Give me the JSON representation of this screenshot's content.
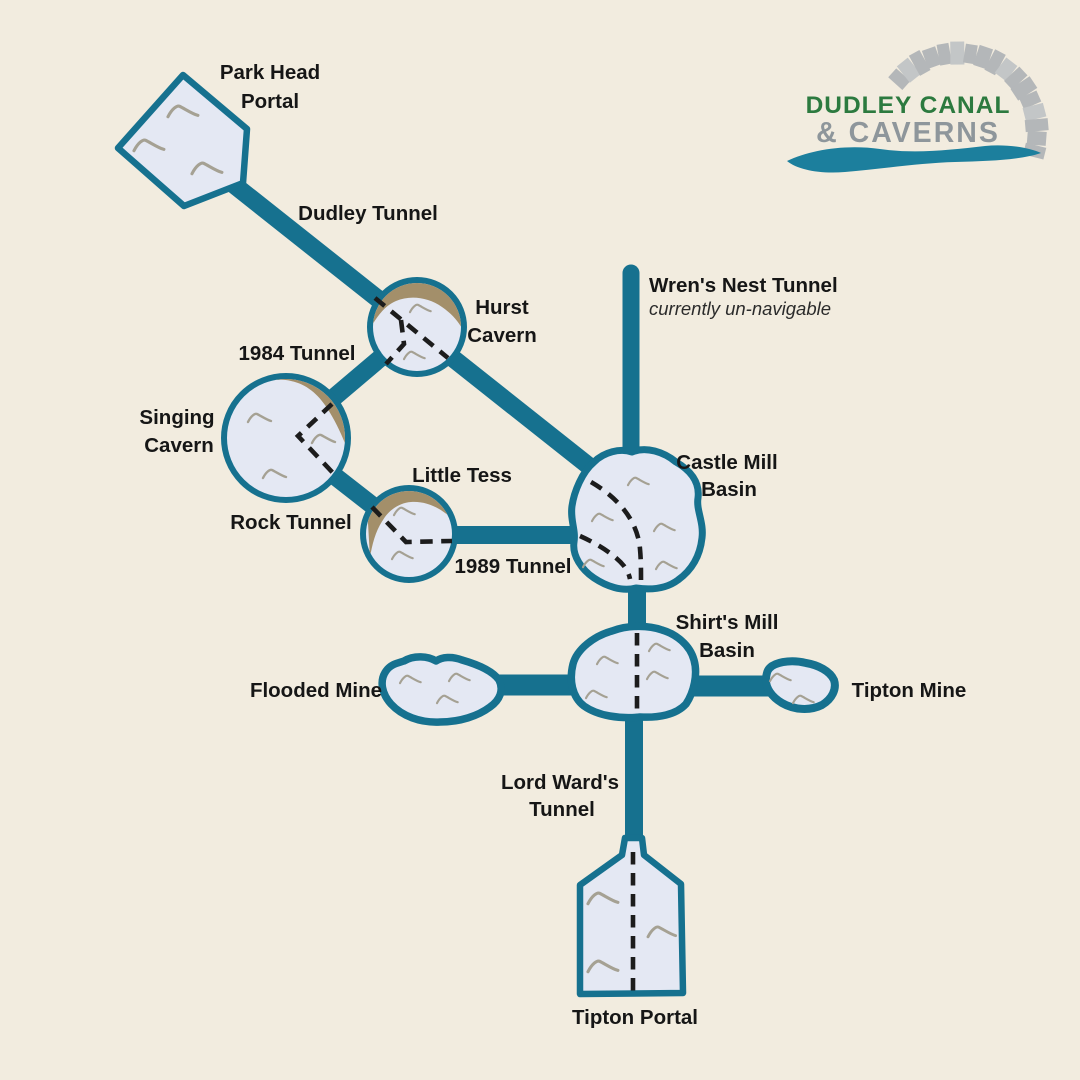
{
  "logo": {
    "brand_line1": "DUDLEY CANAL",
    "brand_line2": "& CAVERNS"
  },
  "map": {
    "portals": {
      "park_head": {
        "line1": "Park Head",
        "line2": "Portal"
      },
      "tipton": {
        "label": "Tipton Portal"
      }
    },
    "tunnels": {
      "dudley": "Dudley Tunnel",
      "t1984": "1984 Tunnel",
      "rock": "Rock Tunnel",
      "t1989": "1989 Tunnel",
      "wrens_nest": {
        "name": "Wren's Nest Tunnel",
        "status": "currently un-navigable"
      },
      "lord_wards": {
        "line1": "Lord Ward's",
        "line2": "Tunnel"
      }
    },
    "caverns": {
      "hurst": {
        "line1": "Hurst",
        "line2": "Cavern"
      },
      "singing": {
        "line1": "Singing",
        "line2": "Cavern"
      },
      "little_tess": "Little Tess"
    },
    "basins": {
      "castle_mill": {
        "line1": "Castle Mill",
        "line2": "Basin"
      },
      "shirts_mill": {
        "line1": "Shirt's Mill",
        "line2": "Basin"
      }
    },
    "mines": {
      "flooded": "Flooded Mine",
      "tipton": "Tipton Mine"
    }
  },
  "colors": {
    "background": "#f2ecdf",
    "canal_teal": "#16718f",
    "cavern_fill": "#e4e8f3",
    "rock_tan": "#a38f6a",
    "route_dash": "#1c1c1c",
    "label_text": "#161616",
    "logo_green": "#2c7a3f",
    "logo_gray": "#8e969b",
    "brick_gray": "#b4b7b9",
    "wave_teal": "#1c7f9d"
  }
}
